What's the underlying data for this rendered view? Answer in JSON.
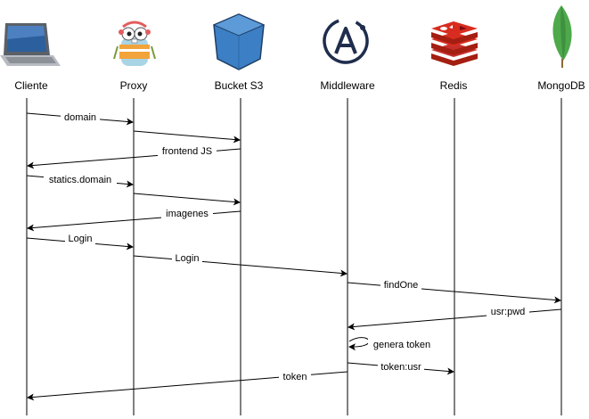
{
  "actors": [
    {
      "id": "cliente",
      "label": "Cliente",
      "icon": "laptop-icon"
    },
    {
      "id": "proxy",
      "label": "Proxy",
      "icon": "gopher-mascot-icon"
    },
    {
      "id": "bucket",
      "label": "Bucket S3",
      "icon": "s3-bucket-icon"
    },
    {
      "id": "middleware",
      "label": "Middleware",
      "icon": "apollo-logo-icon"
    },
    {
      "id": "redis",
      "label": "Redis",
      "icon": "redis-logo-icon"
    },
    {
      "id": "mongodb",
      "label": "MongoDB",
      "icon": "mongodb-leaf-icon"
    }
  ],
  "messages": [
    {
      "from": "cliente",
      "to": "proxy",
      "label": "domain"
    },
    {
      "from": "proxy",
      "to": "bucket",
      "label": ""
    },
    {
      "from": "bucket",
      "to": "cliente",
      "label": "frontend JS"
    },
    {
      "from": "cliente",
      "to": "proxy",
      "label": "statics.domain"
    },
    {
      "from": "proxy",
      "to": "bucket",
      "label": ""
    },
    {
      "from": "bucket",
      "to": "cliente",
      "label": "imagenes"
    },
    {
      "from": "cliente",
      "to": "proxy",
      "label": "Login"
    },
    {
      "from": "proxy",
      "to": "middleware",
      "label": "Login"
    },
    {
      "from": "middleware",
      "to": "mongodb",
      "label": "findOne"
    },
    {
      "from": "mongodb",
      "to": "middleware",
      "label": "usr:pwd"
    },
    {
      "from": "middleware",
      "to": "middleware",
      "label": "genera token"
    },
    {
      "from": "middleware",
      "to": "redis",
      "label": "token:usr"
    },
    {
      "from": "middleware",
      "to": "cliente",
      "label": "token"
    }
  ],
  "colors": {
    "line": "#000000",
    "s3_blue": "#3c7fc4",
    "redis_red": "#c6302b",
    "mongo_green": "#4ea94b",
    "apollo_navy": "#1f2d4d"
  }
}
